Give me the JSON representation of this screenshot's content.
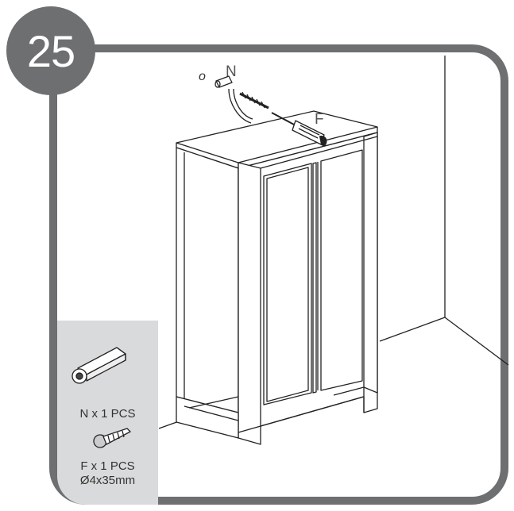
{
  "step": {
    "number": "25"
  },
  "callouts": {
    "washer_mark": "o",
    "n_label": "N",
    "f_label": "F"
  },
  "parts": {
    "n": {
      "label": "N x 1 PCS"
    },
    "f": {
      "label": "F x 1 PCS",
      "size": "Ø4x35mm"
    }
  },
  "colors": {
    "frame": "#6e6f71",
    "panel": "#d9dadb",
    "line": "#222222"
  }
}
